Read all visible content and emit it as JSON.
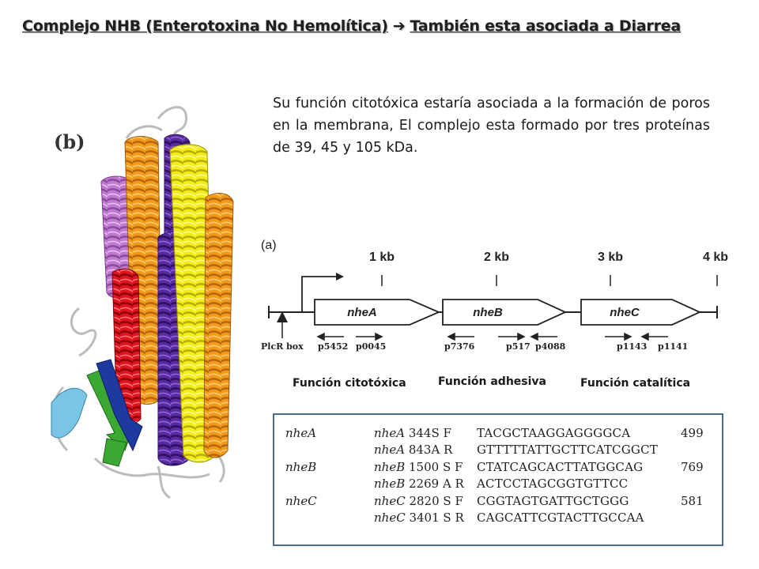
{
  "title": {
    "left": "Complejo NHB (Enterotoxina No Hemolítica)",
    "arrow": "➔",
    "right": "También esta asociada a Diarrea"
  },
  "description": "Su función citotóxica estaría asociada a la formación de poros en la membrana, El complejo esta formado por tres proteínas de 39, 45 y 105 kDa.",
  "structure_panel": {
    "label": "(b)"
  },
  "gene_map": {
    "panel_label": "(a)",
    "scale": [
      "1 kb",
      "2 kb",
      "3 kb",
      "4 kb"
    ],
    "genes": [
      "nheA",
      "nheB",
      "nheC"
    ],
    "promoter_label": "PlcR box",
    "primers": [
      "p5452",
      "p0045",
      "p7376",
      "p517",
      "p4088",
      "p1143",
      "p1141"
    ]
  },
  "functions": {
    "a": "Función citotóxica",
    "b": "Función adhesiva",
    "c": "Función catalítica"
  },
  "primer_table": {
    "rows": [
      {
        "gene": "nheA",
        "primer_gene": "nheA",
        "primer_id": "344S F",
        "sequence": "TACGCTAAGGAGGGGCA",
        "size": "499"
      },
      {
        "gene": "",
        "primer_gene": "nheA",
        "primer_id": "843A R",
        "sequence": "GTTTTTATTGCTTCATCGGCT",
        "size": ""
      },
      {
        "gene": "nheB",
        "primer_gene": "nheB",
        "primer_id": "1500 S F",
        "sequence": "CTATCAGCACTTATGGCAG",
        "size": "769"
      },
      {
        "gene": "",
        "primer_gene": "nheB",
        "primer_id": "2269 A R",
        "sequence": "ACTCCTAGCGGTGTTCC",
        "size": ""
      },
      {
        "gene": "nheC",
        "primer_gene": "nheC",
        "primer_id": "2820 S F",
        "sequence": "CGGTAGTGATTGCTGGG",
        "size": "581"
      },
      {
        "gene": "",
        "primer_gene": "nheC",
        "primer_id": "3401 S R",
        "sequence": "CAGCATTCGTACTTGCCAA",
        "size": ""
      }
    ]
  },
  "colors": {
    "helix_orange": "#f29a1c",
    "helix_yellow": "#f2ec1a",
    "helix_purple": "#5a2aa0",
    "helix_violet": "#c07ad0",
    "helix_red": "#e0141e",
    "strand_green": "#3aa832",
    "strand_blue": "#1e3aa0",
    "strand_cyan": "#7ac4e6",
    "box_border": "#4a6a95"
  }
}
